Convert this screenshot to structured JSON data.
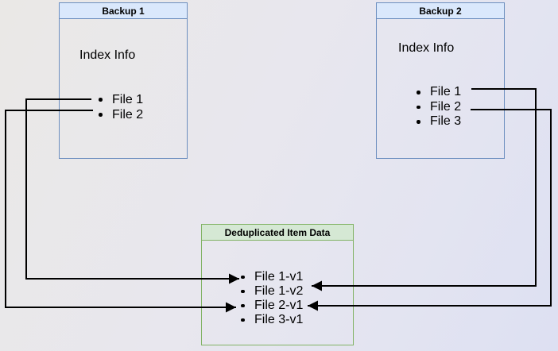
{
  "backup1": {
    "title": "Backup 1",
    "subtitle": "Index Info",
    "items": [
      "File 1",
      "File 2"
    ],
    "header_fill": "#dae8fc",
    "border_color": "#6c8ebf"
  },
  "backup2": {
    "title": "Backup 2",
    "subtitle": "Index Info",
    "items": [
      "File 1",
      "File 2",
      "File 3"
    ],
    "header_fill": "#dae8fc",
    "border_color": "#6c8ebf"
  },
  "dedup": {
    "title": "Deduplicated Item Data",
    "items": [
      "File 1-v1",
      "File 1-v2",
      "File 2-v1",
      "File 3-v1"
    ],
    "header_fill": "#d5e8d4",
    "border_color": "#82b366"
  },
  "connections": [
    {
      "from": "Backup 1 / File 1",
      "to": "Deduplicated Item Data / File 1-v1",
      "route": "left"
    },
    {
      "from": "Backup 1 / File 2",
      "to": "Deduplicated Item Data / File 2-v1",
      "route": "left"
    },
    {
      "from": "Backup 2 / File 1",
      "to": "Deduplicated Item Data / File 1-v2",
      "route": "right"
    },
    {
      "from": "Backup 2 / File 2",
      "to": "Deduplicated Item Data / File 2-v1",
      "route": "right"
    }
  ],
  "connector_color": "#000000",
  "background": {
    "start": "#eae8e6",
    "end": "#dde0f2"
  }
}
